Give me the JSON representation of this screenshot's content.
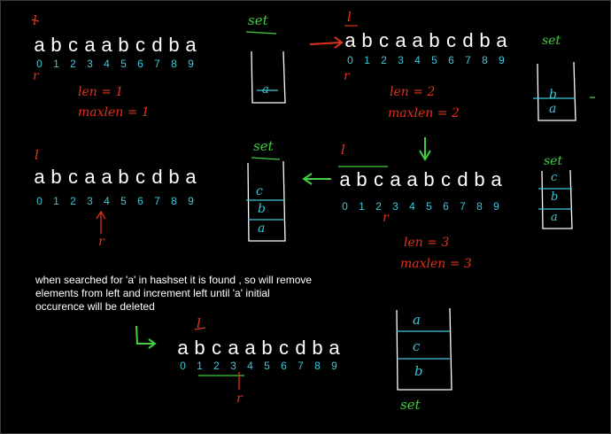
{
  "string_chars": [
    "a",
    "b",
    "c",
    "a",
    "a",
    "b",
    "c",
    "d",
    "b",
    "a"
  ],
  "index_chars": [
    "0",
    "1",
    "2",
    "3",
    "4",
    "5",
    "6",
    "7",
    "8",
    "9"
  ],
  "pointer_left": "l",
  "pointer_right": "r",
  "set_label": "set",
  "panel1": {
    "len": "len = 1",
    "maxlen": "maxlen = 1",
    "set_items": [
      "a"
    ]
  },
  "panel2": {
    "len": "len = 2",
    "maxlen": "maxlen = 2",
    "set_items": [
      "b",
      "a"
    ]
  },
  "panel3": {
    "len": "len = 3",
    "maxlen": "maxlen = 3",
    "set_items": [
      "c",
      "b",
      "a"
    ]
  },
  "panel4": {
    "set_items": [
      "c",
      "b",
      "a"
    ]
  },
  "panel5": {
    "set_items": [
      "a",
      "c",
      "b"
    ]
  },
  "note": "when searched for 'a' in hashset it is found , so will remove elements from left and increment left until 'a' initial occurence will be deleted",
  "colors": {
    "red": "#e0321c",
    "green": "#3fcf3f",
    "cyan": "#3cc6d8",
    "white": "#ffffff"
  }
}
